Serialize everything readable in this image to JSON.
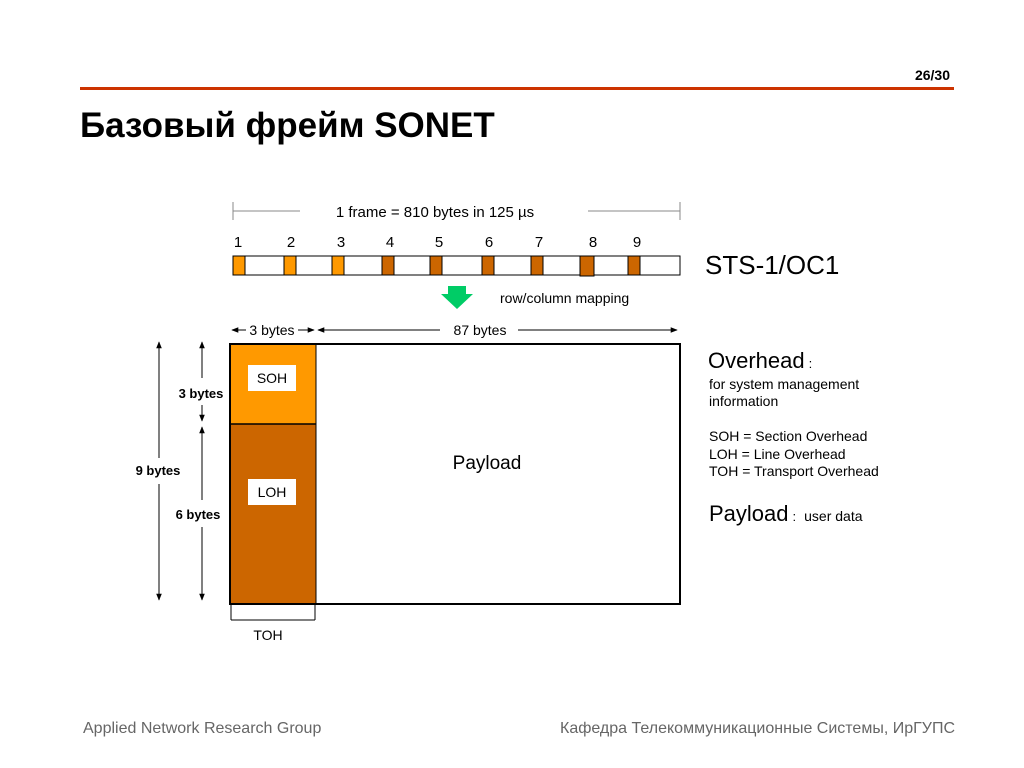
{
  "slide": {
    "number": "26/30",
    "title": "Базовый фрейм SONET"
  },
  "diagram": {
    "frame_caption": "1 frame = 810 bytes  in 125 µs",
    "row_numbers": [
      "1",
      "2",
      "3",
      "4",
      "5",
      "6",
      "7",
      "8",
      "9"
    ],
    "sts_label": "STS-1/OC1",
    "mapping_label": "row/column mapping",
    "width_3_label": "3 bytes",
    "width_87_label": "87 bytes",
    "height_3_label": "3 bytes",
    "height_6_label": "6 bytes",
    "height_9_label": "9 bytes",
    "soh_label": "SOH",
    "loh_label": "LOH",
    "toh_label": "TOH",
    "payload_label": "Payload",
    "colors": {
      "soh": "#ff9900",
      "loh": "#cc6600",
      "mark_light": "#ff9900",
      "mark_dark": "#cc6600",
      "arrow": "#00cc66"
    }
  },
  "legend": {
    "overhead_title": "Overhead",
    "overhead_colon": ":",
    "overhead_desc_1": "for system management",
    "overhead_desc_2": "information",
    "soh_def": "SOH = Section Overhead",
    "loh_def": "LOH = Line Overhead",
    "toh_def": "TOH = Transport Overhead",
    "payload_title": "Payload",
    "payload_colon": ":",
    "payload_desc": "user data"
  },
  "footer": {
    "left": "Applied Network Research Group",
    "right": "Кафедра Телекоммуникационные Системы, ИрГУПС"
  }
}
